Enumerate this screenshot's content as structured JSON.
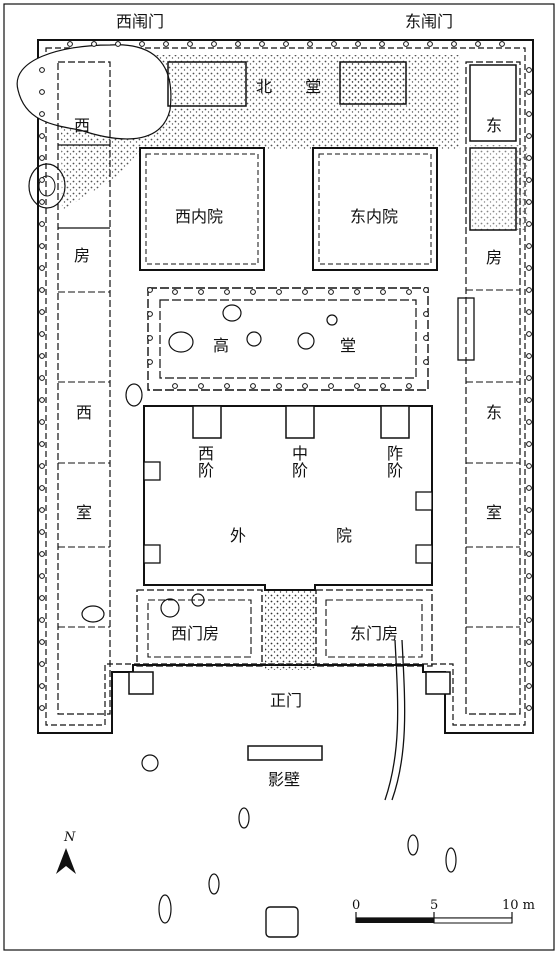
{
  "labels": {
    "west_side_gate": "西闱门",
    "east_side_gate": "东闱门",
    "north_hall": "北 堂",
    "west_inner_court": "西内院",
    "east_inner_court": "东内院",
    "west_room_top": "西",
    "west_room_fang": "房",
    "east_room_top": "东",
    "east_room_fang": "房",
    "high_hall_gao": "高",
    "high_hall_tang": "堂",
    "west_chamber_xi": "西",
    "west_chamber_shi": "室",
    "east_chamber_dong": "东",
    "east_chamber_shi": "室",
    "west_steps": "西阶",
    "middle_steps": "中阶",
    "east_steps": "阼阶",
    "outer_court_wai": "外",
    "outer_court_yuan": "院",
    "west_gate_room": "西门房",
    "east_gate_room": "东门房",
    "main_gate": "正门",
    "screen_wall": "影壁",
    "north_arrow": "N"
  },
  "scale_bar": {
    "ticks": [
      "0",
      "5",
      "10 m"
    ]
  },
  "colors": {
    "ink": "#111111",
    "stipple": "#444444",
    "background": "#ffffff"
  }
}
